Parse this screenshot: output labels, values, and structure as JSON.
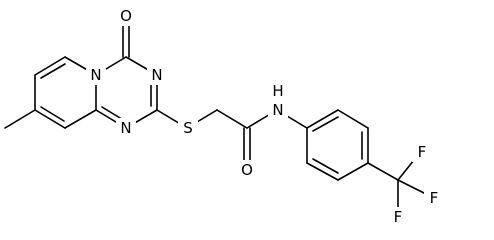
{
  "molecule": {
    "atoms": {
      "O_carbonyl_top": "O",
      "N_ring_upper": "N",
      "N_ring_fused": "N",
      "N_ring_lower": "N",
      "S_thioether": "S",
      "N_amide": "N",
      "H_amide": "H",
      "O_amide": "O",
      "F_top": "F",
      "F_right": "F",
      "F_bottom": "F"
    }
  },
  "colors": {
    "bond": "#000000",
    "text": "#000000",
    "background": "#ffffff"
  }
}
